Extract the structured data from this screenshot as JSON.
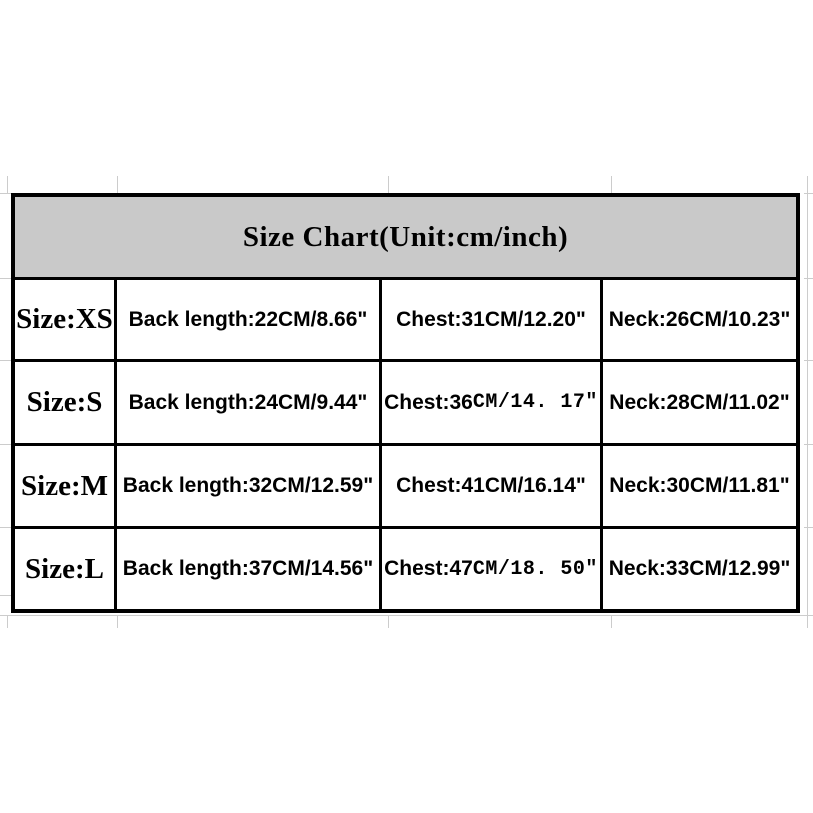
{
  "colors": {
    "header_background": "#c9c9c9",
    "table_border": "#000000",
    "gridline": "#cccccc",
    "text": "#000000"
  },
  "table": {
    "title": "Size Chart(Unit:cm/inch)",
    "rows": [
      {
        "size": "Size:XS",
        "back": "Back length:22CM/8.66\"",
        "chest_sans": "Chest:31CM/12.20\"",
        "chest_mono": "",
        "neck": "Neck:26CM/10.23\""
      },
      {
        "size": "Size:S",
        "back": "Back length:24CM/9.44\"",
        "chest_sans": "Chest:36",
        "chest_mono": "CM/14. 17″",
        "neck": "Neck:28CM/11.02\""
      },
      {
        "size": "Size:M",
        "back": "Back length:32CM/12.59\"",
        "chest_sans": "Chest:41CM/16.14\"",
        "chest_mono": "",
        "neck": "Neck:30CM/11.81\""
      },
      {
        "size": "Size:L",
        "back": "Back length:37CM/14.56\"",
        "chest_sans": "Chest:47",
        "chest_mono": "CM/18. 50″",
        "neck": "Neck:33CM/12.99\""
      }
    ]
  },
  "chart_data": {
    "type": "table",
    "title": "Size Chart(Unit:cm/inch)",
    "columns": [
      "Size",
      "Back length",
      "Chest",
      "Neck"
    ],
    "rows": [
      [
        "XS",
        "22CM/8.66\"",
        "31CM/12.20\"",
        "26CM/10.23\""
      ],
      [
        "S",
        "24CM/9.44\"",
        "36CM/14.17″",
        "28CM/11.02\""
      ],
      [
        "M",
        "32CM/12.59\"",
        "41CM/16.14\"",
        "30CM/11.81\""
      ],
      [
        "L",
        "37CM/14.56\"",
        "47CM/18.50″",
        "33CM/12.99\""
      ]
    ]
  }
}
